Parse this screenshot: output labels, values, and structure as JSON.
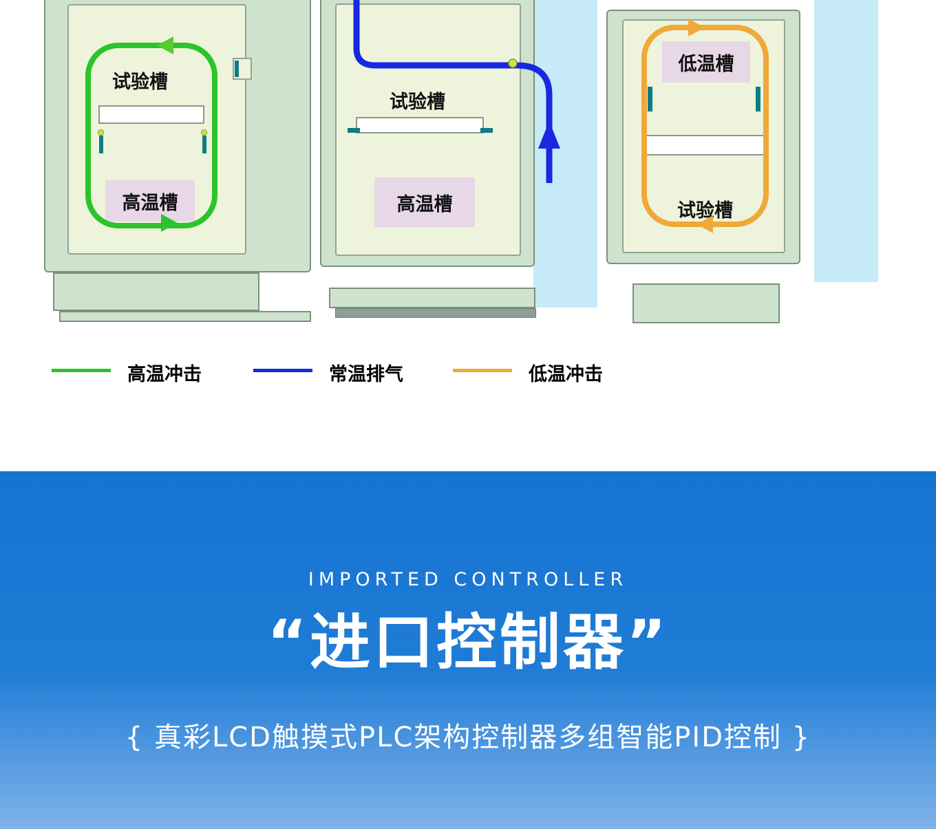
{
  "diagrams": [
    {
      "name": "high-temp-shock",
      "top_chamber": "试验槽",
      "bottom_chamber": "高温槽"
    },
    {
      "name": "ambient-exhaust",
      "top_chamber": "试验槽",
      "bottom_chamber": "高温槽"
    },
    {
      "name": "low-temp-shock",
      "top_chamber": "低温槽",
      "bottom_chamber": "试验槽"
    }
  ],
  "legend": [
    {
      "label": "高温冲击",
      "color": "#2cc32c"
    },
    {
      "label": "常温排气",
      "color": "#1828e0"
    },
    {
      "label": "低温冲击",
      "color": "#f0a838"
    }
  ],
  "promo": {
    "eyebrow": "IMPORTED CONTROLLER",
    "title": "“进口控制器”",
    "subtitle": "{ 真彩LCD触摸式PLC架构控制器多组智能PID控制 }"
  },
  "colors": {
    "flow_high_temp": "#2cc32c",
    "flow_exhaust": "#1828e0",
    "flow_low_temp": "#f0a838",
    "machine_body": "#cde3cd",
    "chamber_cavity": "#eef4db",
    "label_pink": "#e8d7e6",
    "duct_blue": "#c6eaf8",
    "promo_background_top": "#1573d1",
    "promo_background_bottom": "#7fb2e9"
  }
}
